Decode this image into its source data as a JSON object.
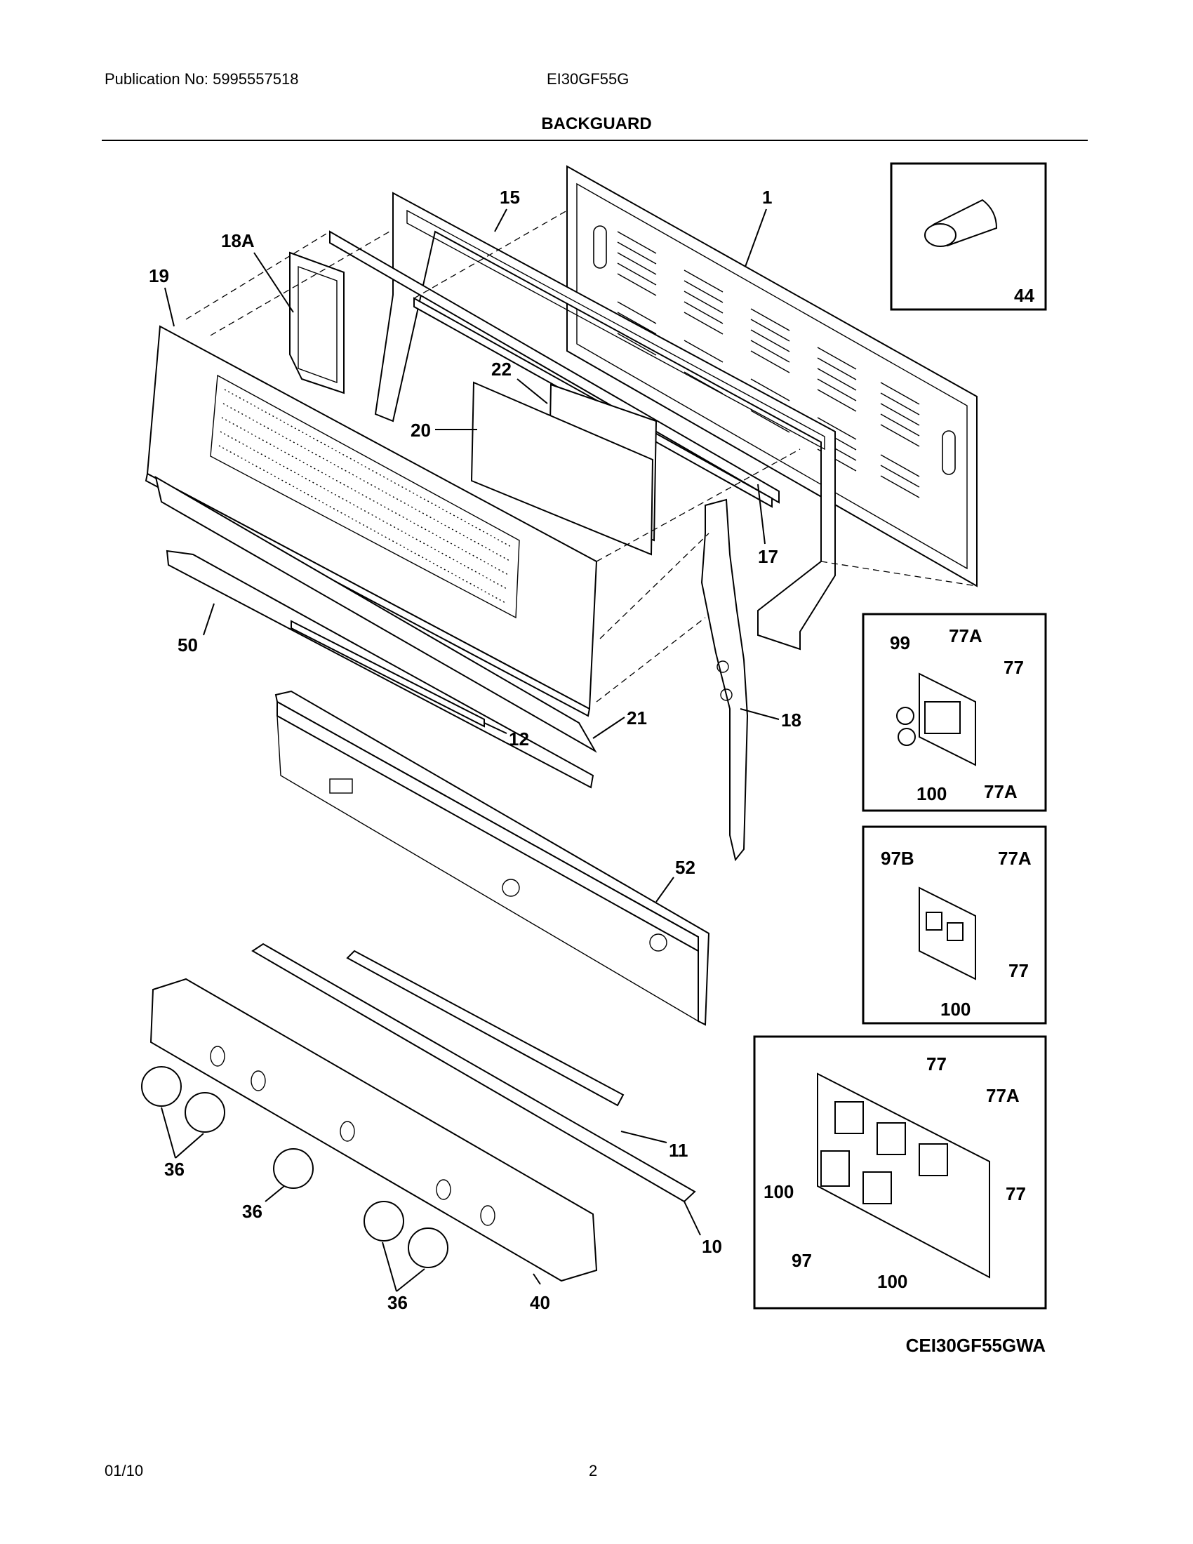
{
  "header": {
    "publication": "Publication No: 5995557518",
    "model": "EI30GF55G",
    "section_title": "BACKGUARD"
  },
  "callouts": {
    "c1": "1",
    "c15": "15",
    "c18a": "18A",
    "c19": "19",
    "c22": "22",
    "c20": "20",
    "c17": "17",
    "c50": "50",
    "c21": "21",
    "c12": "12",
    "c18": "18",
    "c52": "52",
    "c11": "11",
    "c36a": "36",
    "c36b": "36",
    "c36c": "36",
    "c40": "40",
    "c10": "10",
    "c44": "44"
  },
  "inset_99": {
    "c99": "99",
    "c77a_top": "77A",
    "c77": "77",
    "c100": "100",
    "c77a_bottom": "77A"
  },
  "inset_97b": {
    "c97b": "97B",
    "c77a": "77A",
    "c77": "77",
    "c100": "100"
  },
  "inset_97": {
    "c77_top": "77",
    "c77a": "77A",
    "c100_left": "100",
    "c77_right": "77",
    "c97": "97",
    "c100_bottom": "100"
  },
  "variant_code": "CEI30GF55GWA",
  "footer": {
    "date": "01/10",
    "page": "2"
  }
}
